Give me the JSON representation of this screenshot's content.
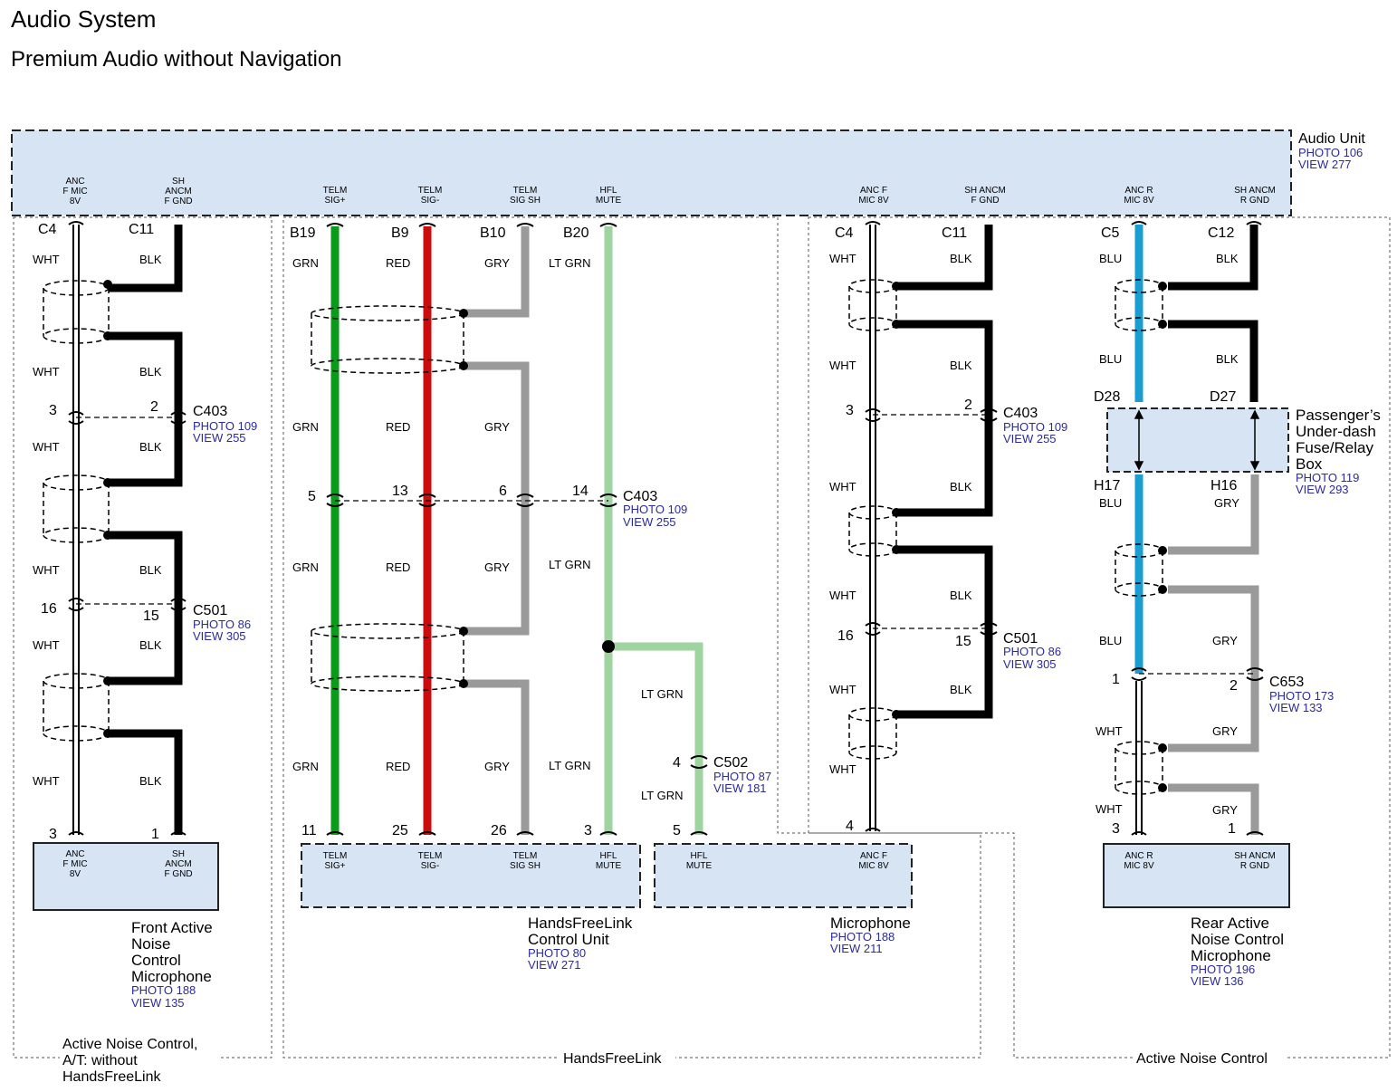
{
  "title": "Audio System",
  "subtitle": "Premium Audio without Navigation",
  "colors": {
    "grn": "#0a9b1a",
    "red": "#cc0c0c",
    "gry": "#9a9a9a",
    "ltgrn": "#9fd39f",
    "blu": "#1a9ed2",
    "blk": "#000000",
    "box": "#d6e4f4"
  },
  "components": {
    "audio_unit": {
      "name": "Audio Unit",
      "photo": "PHOTO 106",
      "view": "VIEW 277"
    },
    "fuse_box": {
      "name": [
        "Passenger’s",
        "Under-dash",
        "Fuse/Relay",
        "Box"
      ],
      "photo": "PHOTO 119",
      "view": "VIEW 293"
    },
    "front_mic": {
      "name": [
        "Front Active",
        "Noise",
        "Control",
        "Microphone"
      ],
      "photo": "PHOTO 188",
      "view": "VIEW 135"
    },
    "hfl_unit": {
      "name": [
        "HandsFreeLink",
        "Control Unit"
      ],
      "photo": "PHOTO 80",
      "view": "VIEW 271"
    },
    "microphone": {
      "name": "Microphone",
      "photo": "PHOTO 188",
      "view": "VIEW 211"
    },
    "rear_mic": {
      "name": [
        "Rear Active",
        "Noise Control",
        "Microphone"
      ],
      "photo": "PHOTO 196",
      "view": "VIEW 136"
    }
  },
  "connectors": {
    "c403": {
      "name": "C403",
      "photo": "PHOTO 109",
      "view": "VIEW 255"
    },
    "c501": {
      "name": "C501",
      "photo": "PHOTO 86",
      "view": "VIEW 305"
    },
    "c502": {
      "name": "C502",
      "photo": "PHOTO 87",
      "view": "VIEW 181"
    },
    "c653": {
      "name": "C653",
      "photo": "PHOTO 173",
      "view": "VIEW 133"
    }
  },
  "terminals": {
    "ancf_mic": [
      "ANC",
      "F MIC",
      "8V"
    ],
    "sh_ancm_fgnd": [
      "SH",
      "ANCM",
      "F GND"
    ],
    "telm_sigp": [
      "TELM",
      "SIG+"
    ],
    "telm_sigm": [
      "TELM",
      "SIG-"
    ],
    "telm_sigsh": [
      "TELM",
      "SIG SH"
    ],
    "hfl_mute": [
      "HFL",
      "MUTE"
    ],
    "ancf_mic8v": [
      "ANC F",
      "MIC 8V"
    ],
    "sh_ancm_fgnd2": [
      "SH ANCM",
      "F GND"
    ],
    "ancr_mic8v": [
      "ANC R",
      "MIC 8V"
    ],
    "sh_ancm_rgnd": [
      "SH ANCM",
      "R GND"
    ]
  },
  "pins": {
    "c4": "C4",
    "c11": "C11",
    "b19": "B19",
    "b9": "B9",
    "b10": "B10",
    "b20": "B20",
    "c5": "C5",
    "c12": "C12",
    "d28": "D28",
    "d27": "D27",
    "h17": "H17",
    "h16": "H16",
    "n1": "1",
    "n2": "2",
    "n3": "3",
    "n4": "4",
    "n5": "5",
    "n6": "6",
    "n11": "11",
    "n13": "13",
    "n14": "14",
    "n15": "15",
    "n16": "16",
    "n25": "25",
    "n26": "26"
  },
  "wires": {
    "wht": "WHT",
    "blk": "BLK",
    "grn": "GRN",
    "red": "RED",
    "gry": "GRY",
    "ltgrn": "LT GRN",
    "blu": "BLU"
  },
  "groups": {
    "anc_at": [
      "Active Noise Control,",
      "A/T: without",
      "HandsFreeLink"
    ],
    "hfl": "HandsFreeLink",
    "anc": "Active Noise Control"
  }
}
